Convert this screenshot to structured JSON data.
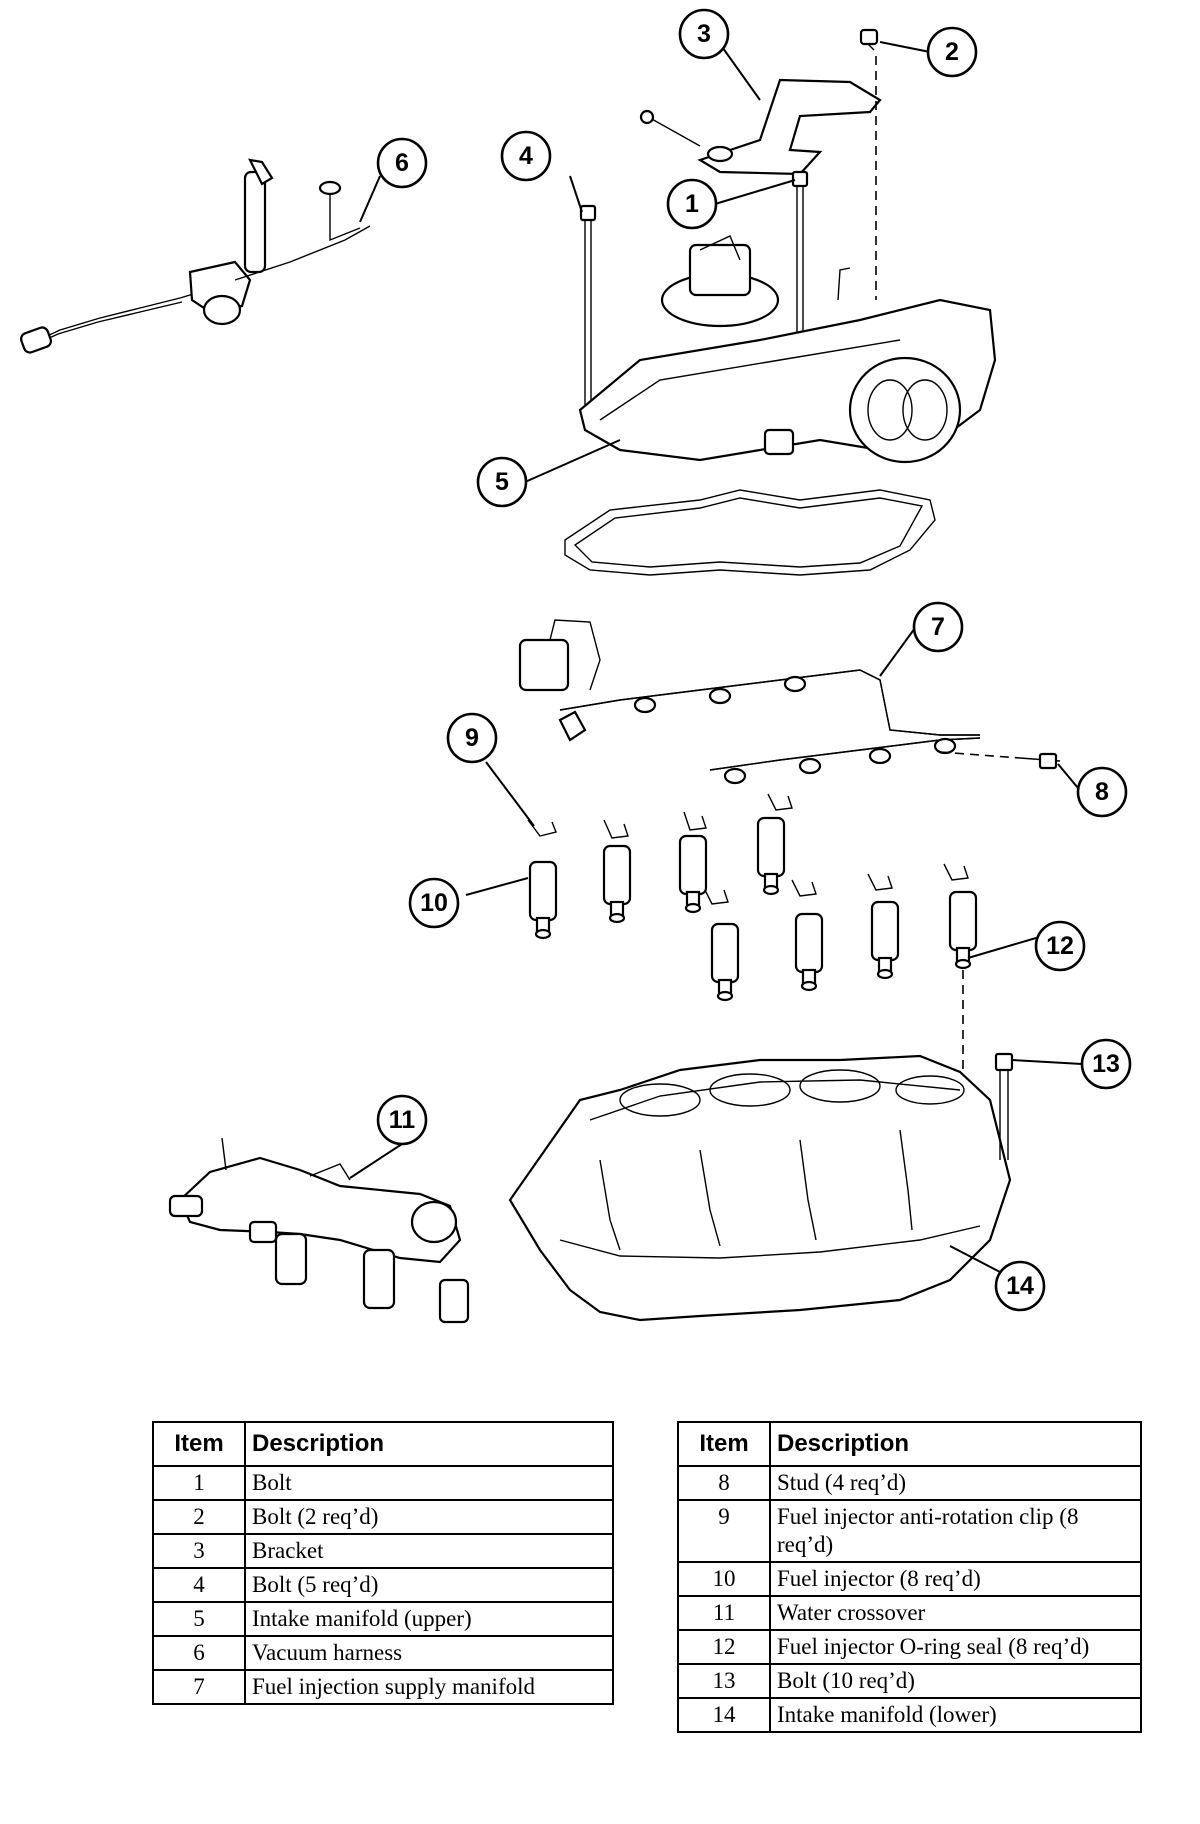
{
  "callouts": [
    "1",
    "2",
    "3",
    "4",
    "5",
    "6",
    "7",
    "8",
    "9",
    "10",
    "11",
    "12",
    "13",
    "14"
  ],
  "legend": {
    "header_item": "Item",
    "header_description": "Description",
    "left_rows": [
      {
        "item": "1",
        "description": "Bolt"
      },
      {
        "item": "2",
        "description": "Bolt (2 req’d)"
      },
      {
        "item": "3",
        "description": "Bracket"
      },
      {
        "item": "4",
        "description": "Bolt (5 req’d)"
      },
      {
        "item": "5",
        "description": "Intake manifold (upper)"
      },
      {
        "item": "6",
        "description": "Vacuum harness"
      },
      {
        "item": "7",
        "description": "Fuel injection supply manifold"
      }
    ],
    "right_rows": [
      {
        "item": "8",
        "description": "Stud (4 req’d)"
      },
      {
        "item": "9",
        "description": "Fuel injector anti-rotation clip (8 req’d)"
      },
      {
        "item": "10",
        "description": "Fuel injector (8 req’d)"
      },
      {
        "item": "11",
        "description": "Water crossover"
      },
      {
        "item": "12",
        "description": "Fuel injector O-ring seal (8 req’d)"
      },
      {
        "item": "13",
        "description": "Bolt (10 req’d)"
      },
      {
        "item": "14",
        "description": "Intake manifold (lower)"
      }
    ]
  }
}
